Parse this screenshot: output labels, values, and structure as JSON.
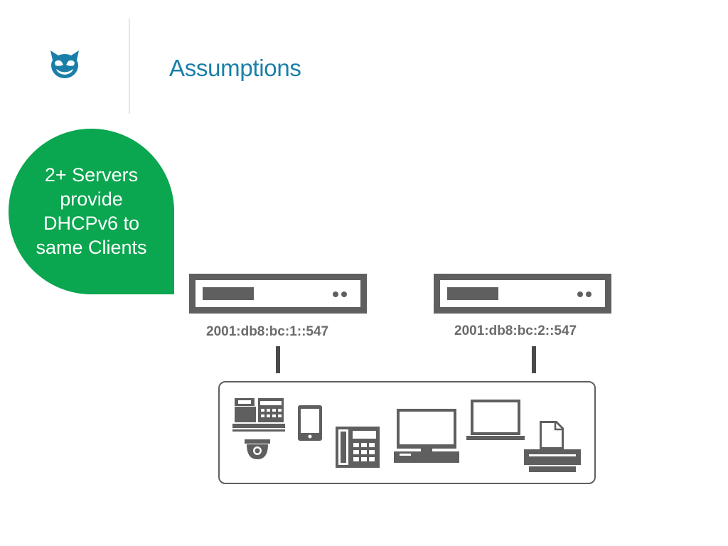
{
  "slide": {
    "title": "Assumptions",
    "logo_icon": "cat-head-logo-icon"
  },
  "callout": {
    "lines": [
      "2+ Servers",
      "provide",
      "DHCPv6 to",
      "same Clients"
    ],
    "color": "#0aa650"
  },
  "servers": [
    {
      "address": "2001:db8:bc:1::547"
    },
    {
      "address": "2001:db8:bc:2::547"
    }
  ],
  "clients": {
    "devices": [
      "pos-terminal-icon",
      "security-camera-icon",
      "smartphone-icon",
      "desk-phone-icon",
      "desktop-computer-icon",
      "laptop-icon",
      "printer-icon"
    ]
  },
  "colors": {
    "title": "#1a7fa8",
    "device": "#5f5f5f",
    "address_text": "#6b6b6b"
  }
}
